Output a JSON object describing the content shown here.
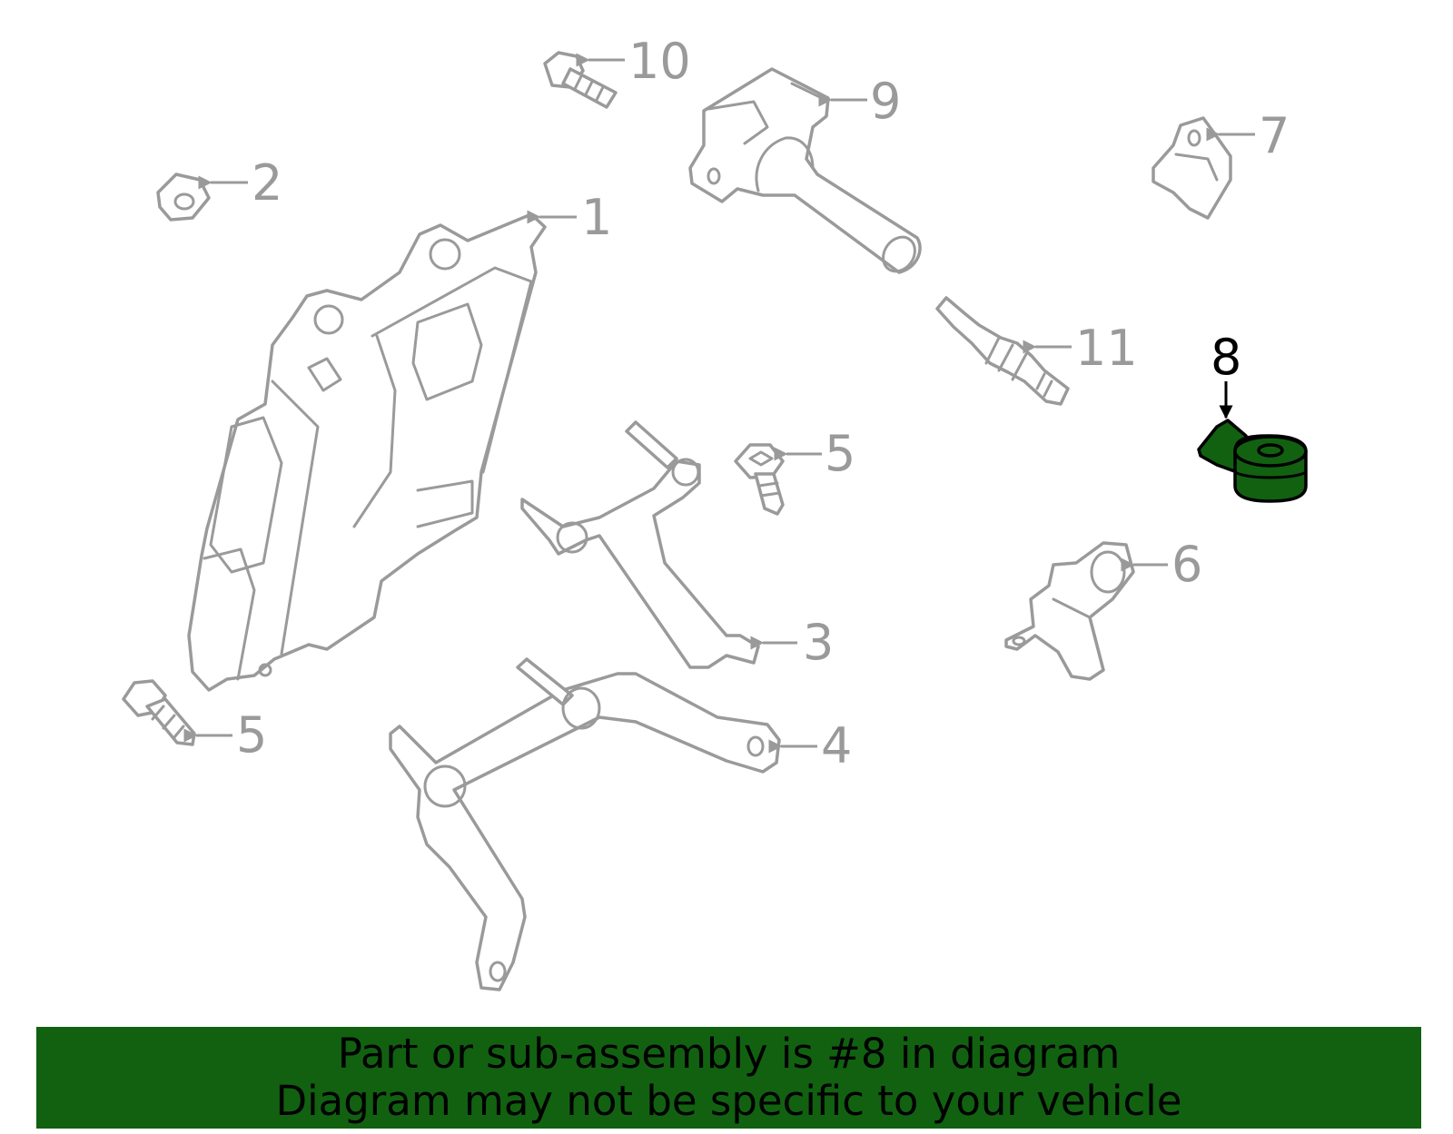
{
  "diagram": {
    "highlight_color": "#116111",
    "callout_color": "#9a9a9a",
    "callouts": [
      {
        "id": "1",
        "label": "1"
      },
      {
        "id": "2",
        "label": "2"
      },
      {
        "id": "3",
        "label": "3"
      },
      {
        "id": "4",
        "label": "4"
      },
      {
        "id": "5a",
        "label": "5"
      },
      {
        "id": "5b",
        "label": "5"
      },
      {
        "id": "6",
        "label": "6"
      },
      {
        "id": "7",
        "label": "7"
      },
      {
        "id": "8",
        "label": "8",
        "highlighted": true
      },
      {
        "id": "9",
        "label": "9"
      },
      {
        "id": "10",
        "label": "10"
      },
      {
        "id": "11",
        "label": "11"
      }
    ]
  },
  "banner": {
    "line1": "Part or sub-assembly is #8 in diagram",
    "line2": "Diagram may not be specific to your vehicle"
  }
}
